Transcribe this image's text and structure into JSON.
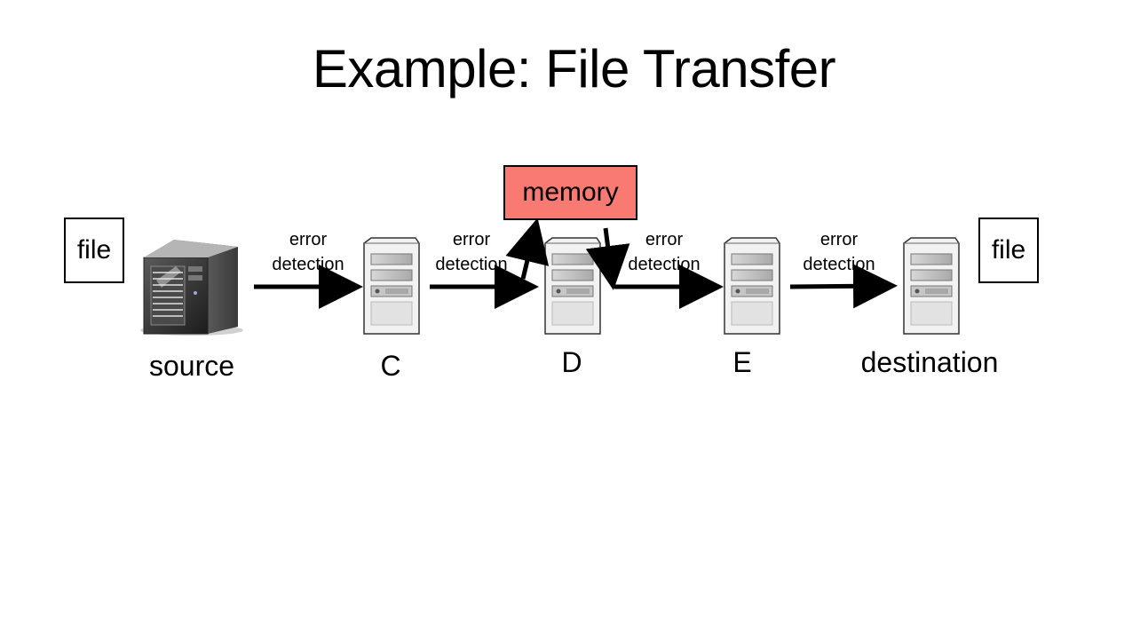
{
  "slide": {
    "title": "Example: File Transfer"
  },
  "files": {
    "left_label": "file",
    "right_label": "file"
  },
  "memory": {
    "label": "memory",
    "color": "#f87a72"
  },
  "nodes": [
    {
      "id": "source",
      "label": "source",
      "icon": "server-tower-icon"
    },
    {
      "id": "C",
      "label": "C",
      "icon": "server-icon"
    },
    {
      "id": "D",
      "label": "D",
      "icon": "server-icon"
    },
    {
      "id": "E",
      "label": "E",
      "icon": "server-icon"
    },
    {
      "id": "destination",
      "label": "destination",
      "icon": "server-icon"
    }
  ],
  "edges": [
    {
      "from": "source",
      "to": "C",
      "line1": "error",
      "line2": "detection"
    },
    {
      "from": "C",
      "to": "D",
      "line1": "error",
      "line2": "detection"
    },
    {
      "from": "D",
      "to": "E",
      "line1": "error",
      "line2": "detection"
    },
    {
      "from": "E",
      "to": "destination",
      "line1": "error",
      "line2": "detection"
    }
  ]
}
